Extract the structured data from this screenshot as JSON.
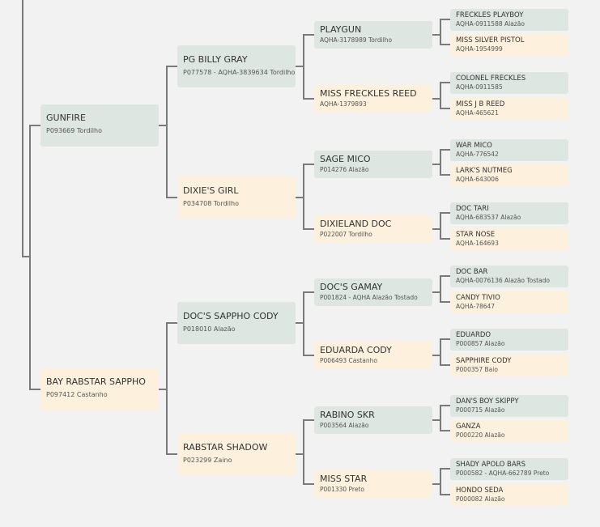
{
  "colors": {
    "male": "#dde6e1",
    "female": "#fdf0dc",
    "line": "#7a7a7a",
    "background": "#f2f2f2"
  },
  "pedigree": {
    "sire": {
      "name": "GUNFIRE",
      "details": "P093669 Tordilho",
      "sire": {
        "name": "PG BILLY GRAY",
        "details": "P077578 - AQHA-3839634 Tordilho",
        "sire": {
          "name": "PLAYGUN",
          "details": "AQHA-3178989 Tordilho",
          "sire": {
            "name": "FRECKLES PLAYBOY",
            "details": "AQHA-0911588 Alazão"
          },
          "dam": {
            "name": "MISS SILVER PISTOL",
            "details": "AQHA-1954999"
          }
        },
        "dam": {
          "name": "MISS FRECKLES REED",
          "details": "AQHA-1379893",
          "sire": {
            "name": "COLONEL FRECKLES",
            "details": "AQHA-0911585"
          },
          "dam": {
            "name": "MISS J B REED",
            "details": "AQHA-465621"
          }
        }
      },
      "dam": {
        "name": "DIXIE'S GIRL",
        "details": "P034708 Tordilho",
        "sire": {
          "name": "SAGE MICO",
          "details": "P014276 Alazão",
          "sire": {
            "name": "WAR MICO",
            "details": "AQHA-776542"
          },
          "dam": {
            "name": "LARK'S NUTMEG",
            "details": "AQHA-643006"
          }
        },
        "dam": {
          "name": "DIXIELAND DOC",
          "details": "P022007 Tordilho",
          "sire": {
            "name": "DOC TARI",
            "details": "AQHA-683537 Alazão"
          },
          "dam": {
            "name": "STAR NOSE",
            "details": "AQHA-164693"
          }
        }
      }
    },
    "dam": {
      "name": "BAY RABSTAR SAPPHO",
      "details": "P097412 Castanho",
      "sire": {
        "name": "DOC'S SAPPHO CODY",
        "details": "P018010 Alazão",
        "sire": {
          "name": "DOC'S GAMAY",
          "details": "P001824 - AQHA Alazão Tostado",
          "sire": {
            "name": "DOC BAR",
            "details": "AQHA-0076136 Alazão Tostado"
          },
          "dam": {
            "name": "CANDY TIVIO",
            "details": "AQHA-78647"
          }
        },
        "dam": {
          "name": "EDUARDA CODY",
          "details": "P006493 Castanho",
          "sire": {
            "name": "EDUARDO",
            "details": "P000857 Alazão"
          },
          "dam": {
            "name": "SAPPHIRE CODY",
            "details": "P000357 Baio"
          }
        }
      },
      "dam": {
        "name": "RABSTAR SHADOW",
        "details": "P023299 Zaino",
        "sire": {
          "name": "RABINO SKR",
          "details": "P003564 Alazão",
          "sire": {
            "name": "DAN'S BOY SKIPPY",
            "details": "P000715 Alazão"
          },
          "dam": {
            "name": "GANZA",
            "details": "P000220 Alazão"
          }
        },
        "dam": {
          "name": "MISS STAR",
          "details": "P001330 Preto",
          "sire": {
            "name": "SHADY APOLO BARS",
            "details": "P000582 - AQHA-662789 Preto"
          },
          "dam": {
            "name": "HONDO SEDA",
            "details": "P000082 Alazão"
          }
        }
      }
    }
  }
}
